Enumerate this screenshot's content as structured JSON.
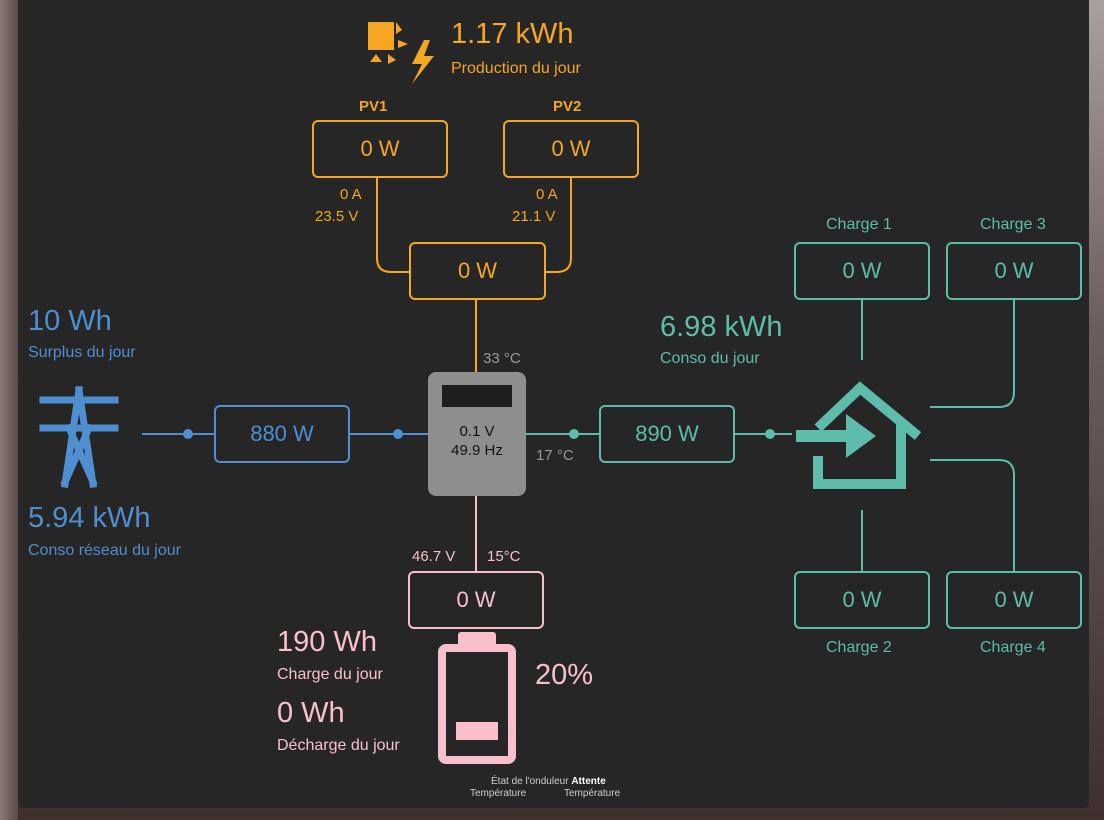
{
  "production": {
    "value": "1.17 kWh",
    "label": "Production du jour"
  },
  "pv1": {
    "title": "PV1",
    "power": "0 W",
    "current": "0 A",
    "voltage": "23.5 V"
  },
  "pv2": {
    "title": "PV2",
    "power": "0 W",
    "current": "0 A",
    "voltage": "21.1 V"
  },
  "pv_total": {
    "power": "0 W"
  },
  "grid": {
    "surplus_value": "10 Wh",
    "surplus_label": "Surplus du jour",
    "consumption_value": "5.94 kWh",
    "consumption_label": "Conso réseau du jour",
    "power": "880 W"
  },
  "inverter": {
    "temp_top": "33 °C",
    "voltage": "0.1 V",
    "frequency": "49.9 Hz",
    "temp_right": "17 °C"
  },
  "load": {
    "power": "890 W",
    "value": "6.98 kWh",
    "label": "Conso du jour"
  },
  "charges": [
    {
      "label": "Charge 1",
      "power": "0 W"
    },
    {
      "label": "Charge 3",
      "power": "0 W"
    },
    {
      "label": "Charge 2",
      "power": "0 W"
    },
    {
      "label": "Charge 4",
      "power": "0 W"
    }
  ],
  "battery": {
    "voltage": "46.7 V",
    "temp": "15°C",
    "power": "0 W",
    "charge_value": "190 Wh",
    "charge_label": "Charge du jour",
    "discharge_value": "0 Wh",
    "discharge_label": "Décharge du jour",
    "soc": "20%",
    "soc_fraction": 0.2
  },
  "footer": {
    "status_label": "État de l'onduleur",
    "status_value": "Attente",
    "temp1": "Température",
    "temp2": "Température"
  },
  "colors": {
    "solar": "#f5a623",
    "grid": "#4f8ed0",
    "load": "#5dbdaa",
    "battery": "#f9c0cc",
    "inverter": "#8e8e8e"
  }
}
